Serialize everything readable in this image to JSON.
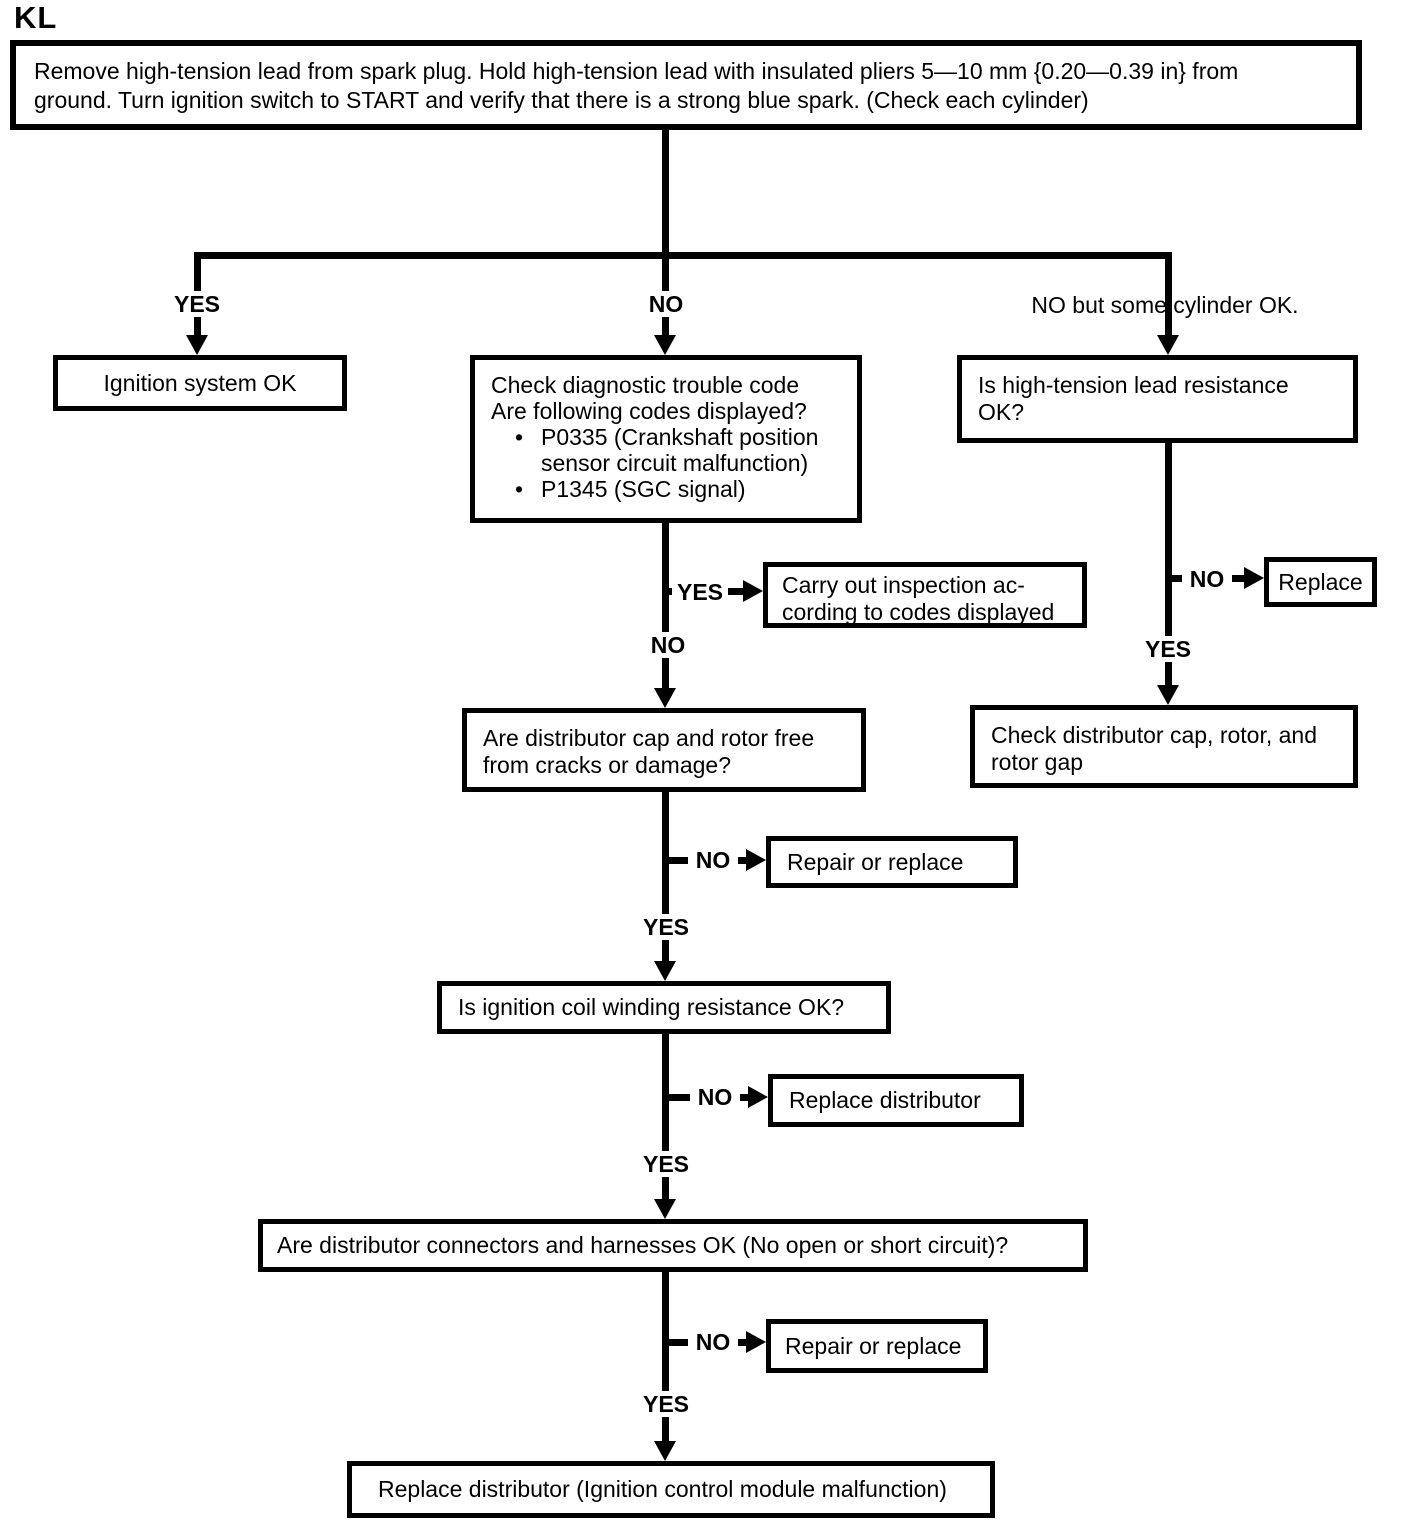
{
  "title": "KL",
  "labels": {
    "yes": "YES",
    "no": "NO",
    "no_but_some": "NO but some cylinder OK."
  },
  "glyphs": {
    "bullet": "•"
  },
  "nodes": {
    "start": {
      "line1": "Remove high-tension lead from spark plug. Hold high-tension lead with insulated pliers 5—10 mm {0.20—0.39 in} from",
      "line2": "ground. Turn ignition switch to START and verify that there is a strong blue spark. (Check each cylinder)"
    },
    "ignition_ok": "Ignition system OK",
    "check_codes": {
      "line1": "Check diagnostic trouble code",
      "line2": "Are following codes displayed?",
      "bullet1": "P0335 (Crankshaft position sensor circuit malfunction)",
      "bullet2": "P1345 (SGC signal)"
    },
    "lead_resistance": "Is high-tension lead resistance OK?",
    "carry_out": {
      "line1": "Carry out inspection ac-",
      "line2": "cording to codes displayed"
    },
    "replace": "Replace",
    "cap_rotor_free": "Are distributor cap and rotor free from cracks or damage?",
    "check_cap_rotor_gap": "Check distributor cap, rotor, and rotor gap",
    "repair_or_replace_1": "Repair or replace",
    "coil_resistance": "Is ignition coil winding resistance OK?",
    "replace_distributor": "Replace distributor",
    "connectors_ok": "Are distributor connectors and harnesses OK (No open or short circuit)?",
    "repair_or_replace_2": "Repair or replace",
    "replace_dist_icm": "Replace distributor (Ignition control module malfunction)"
  }
}
